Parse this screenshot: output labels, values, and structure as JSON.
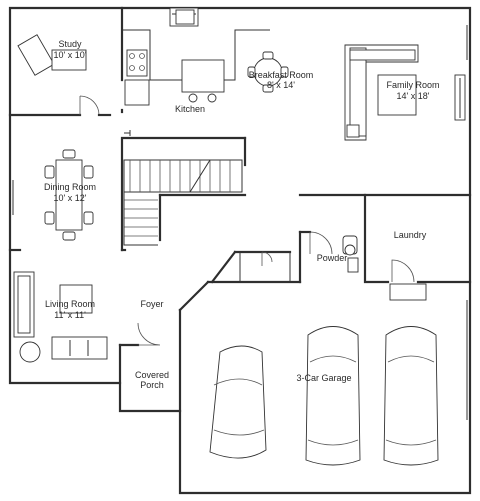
{
  "rooms": {
    "study": {
      "name": "Study",
      "size": "10' x 10'"
    },
    "kitchen": {
      "name": "Kitchen"
    },
    "breakfast": {
      "name": "Breakfast Room",
      "size": "8' x 14'"
    },
    "family": {
      "name": "Family Room",
      "size": "14' x 18'"
    },
    "dining": {
      "name": "Dining Room",
      "size": "10' x 12'"
    },
    "laundry": {
      "name": "Laundry"
    },
    "powder": {
      "name": "Powder"
    },
    "living": {
      "name": "Living Room",
      "size": "11' x 11'"
    },
    "foyer": {
      "name": "Foyer"
    },
    "porch": {
      "name": "Covered Porch"
    },
    "garage": {
      "name": "3-Car Garage"
    }
  },
  "colors": {
    "wall": "#2e2e2e",
    "background": "#ffffff"
  }
}
